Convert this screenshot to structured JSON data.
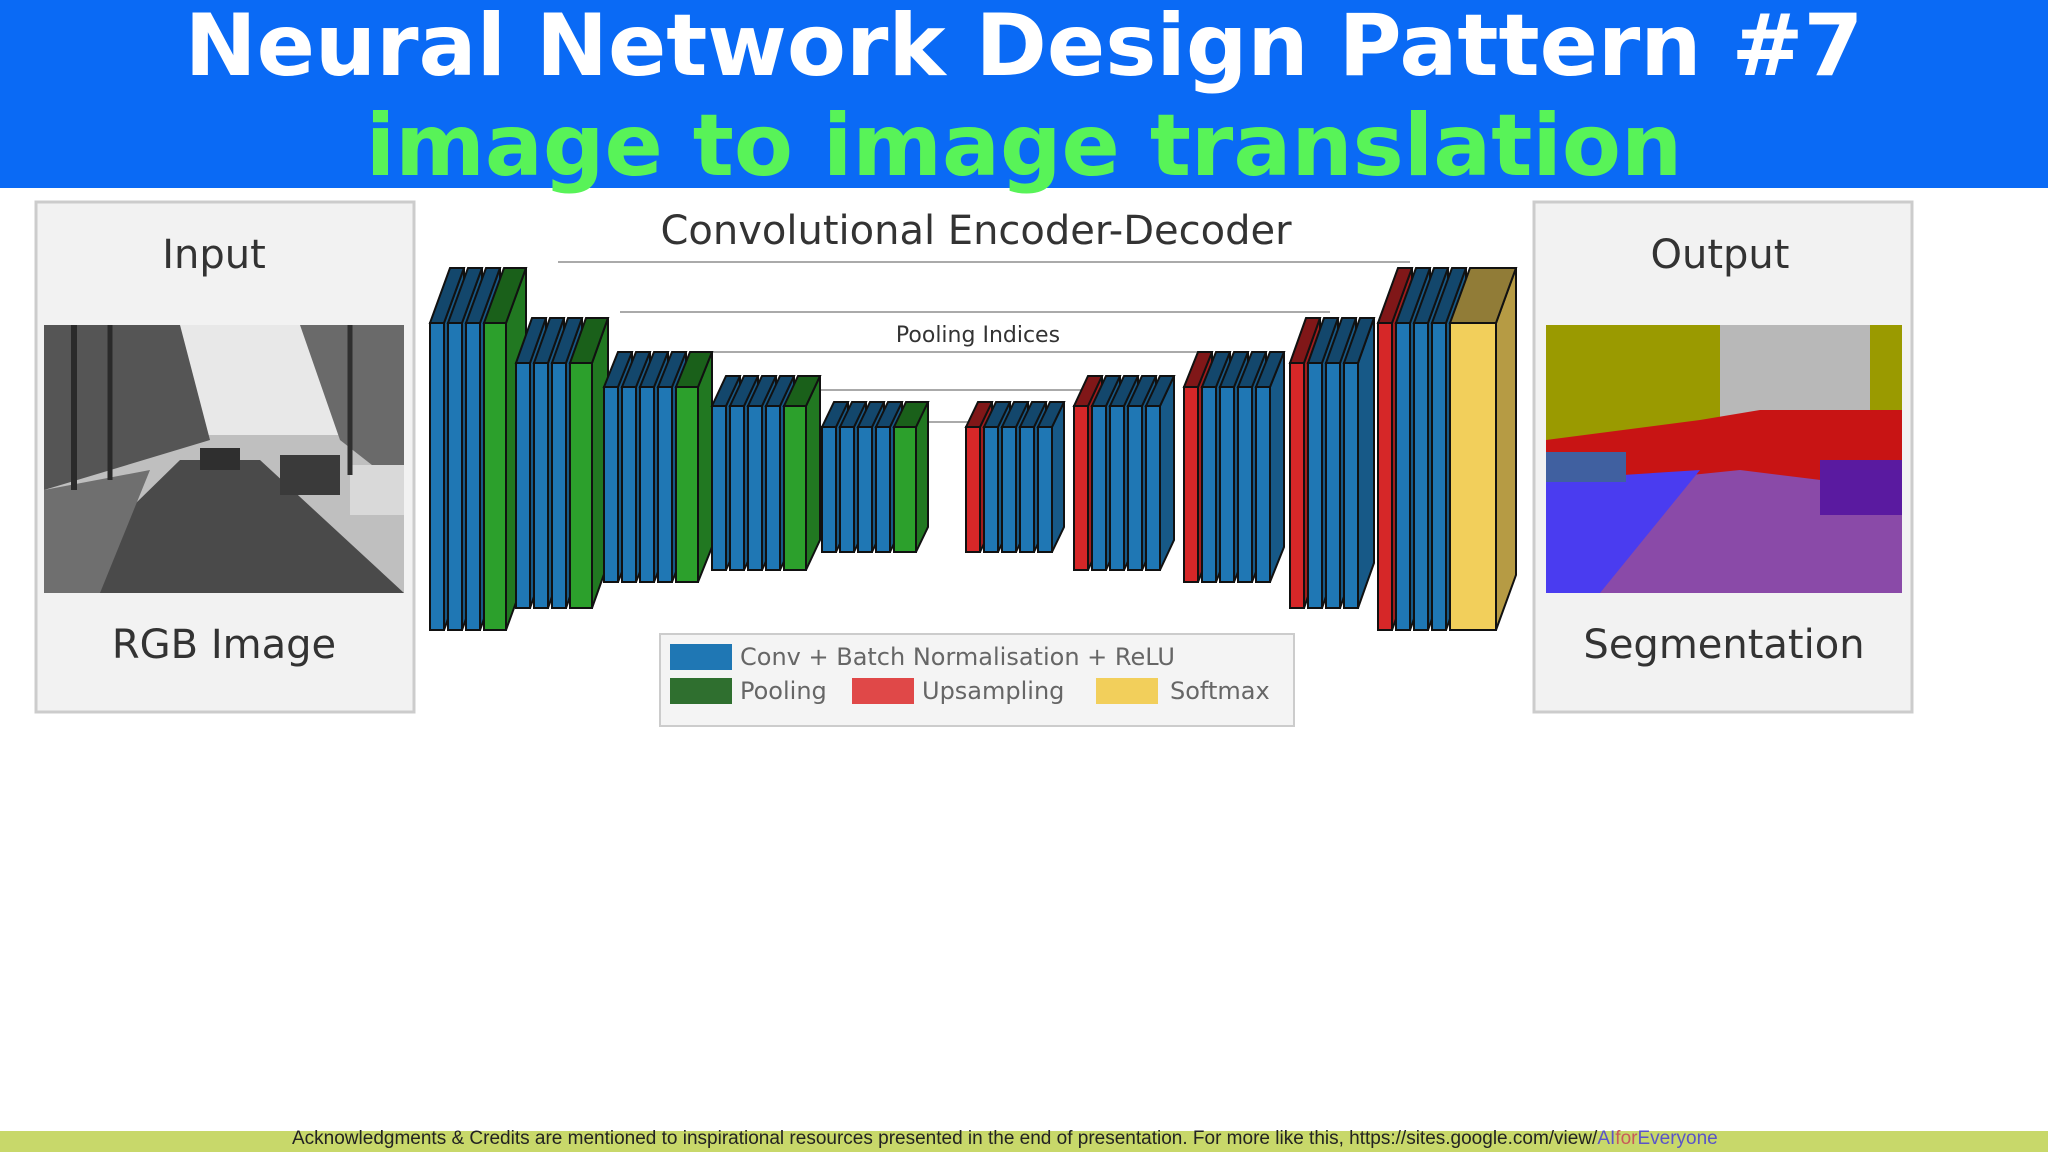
{
  "header": {
    "title": "Neural Network Design Pattern #7",
    "subtitle": "image to image translation"
  },
  "diagram": {
    "title": "Convolutional Encoder-Decoder",
    "pooling_label": "Pooling Indices",
    "input_panel": {
      "title": "Input",
      "caption": "RGB Image"
    },
    "output_panel": {
      "title": "Output",
      "caption": "Segmentation"
    },
    "legend": {
      "conv": "Conv + Batch Normalisation + ReLU",
      "pooling": "Pooling",
      "upsampling": "Upsampling",
      "softmax": "Softmax"
    },
    "colors": {
      "conv": "#1f77b4",
      "pooling": "#2ca02c",
      "upsampling": "#d62728",
      "softmax": "#f2cf5b",
      "header_bg": "#0a6af5",
      "subtitle": "#58f358"
    }
  },
  "footer": {
    "text": "Acknowledgments & Credits are mentioned to inspirational resources presented in the end of presentation.  For more like this, ",
    "link_prefix": "https://sites.google.com/view/",
    "link_ai": "AI",
    "link_for": "for",
    "link_everyone": "Everyone"
  }
}
